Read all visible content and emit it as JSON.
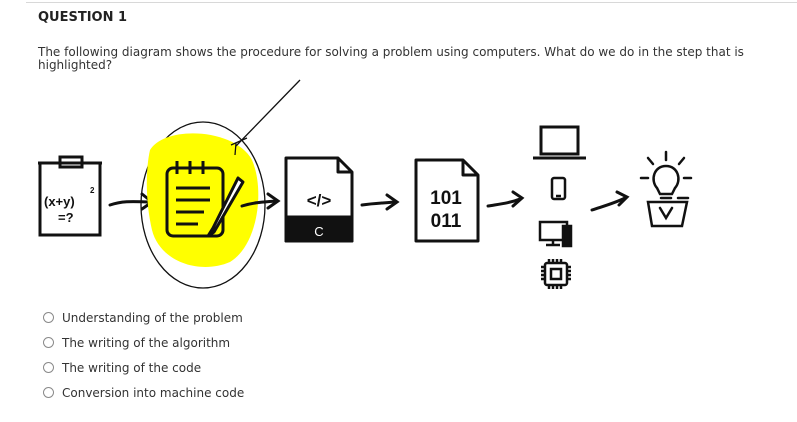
{
  "question": {
    "title": "QUESTION 1",
    "text": "The following diagram shows the procedure for solving a problem using computers.  What do we do in the step that is highlighted?"
  },
  "diagram": {
    "problem_formula": "(x+y)",
    "problem_exponent": "2",
    "problem_result": "=?",
    "code_tag": "</>",
    "code_language": "C",
    "binary_line1": "101",
    "binary_line2": "011",
    "highlight_color": "#ffff00"
  },
  "options": [
    {
      "label": "Understanding of the problem",
      "selected": false
    },
    {
      "label": "The writing of the algorithm",
      "selected": false
    },
    {
      "label": "The writing of the code",
      "selected": false
    },
    {
      "label": "Conversion into machine code",
      "selected": false
    }
  ]
}
